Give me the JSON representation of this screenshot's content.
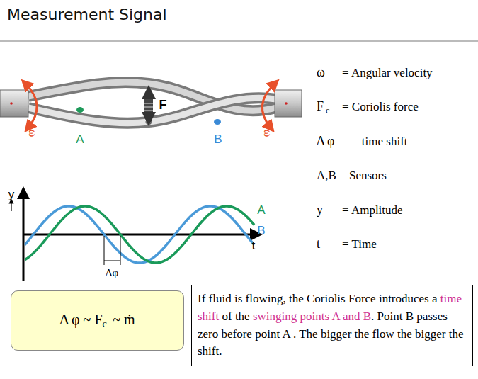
{
  "diagram": {
    "title": "Measurement Signal",
    "nodes": [
      {
        "text": [
          "Δ φ ~ F",
          "c",
          "~ ṁ"
        ]
      },
      {
        "text": [
          "If fluid is flowing, the Coriolis Force introduces a",
          "time shift",
          "of the",
          "swinging points A and B",
          ". Point B passes zero before point A . The bigger the flow the bigger the shift."
        ]
      }
    ],
    "labels": [
      "ω",
      "ω",
      "F",
      "A",
      "B",
      "y",
      "A",
      "B",
      "t",
      "Δφ",
      "ω",
      "= Angular velocity",
      "F",
      "c",
      "= Coriolis force",
      "Δ φ",
      "= time shift",
      "A,B = Sensors",
      "y",
      "= Amplitude",
      "t",
      "= Time"
    ]
  }
}
